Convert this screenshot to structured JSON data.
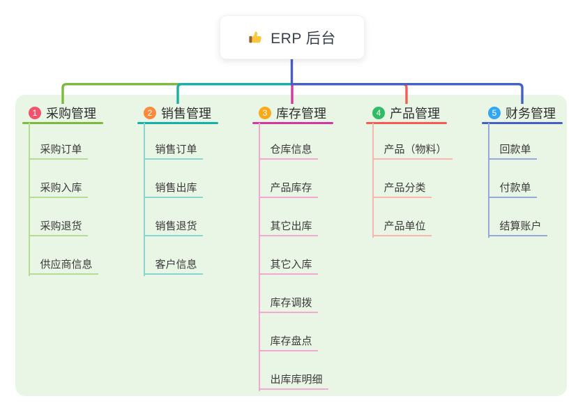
{
  "root": {
    "title": "ERP 后台",
    "icon": "thumbs-up"
  },
  "theme": {
    "canvas_bg": "#FFFFFF",
    "panel_bg": "#E9F6E5",
    "trunk_color": "#4A5BC8",
    "root_text_color": "#3A4050",
    "branch_text_color": "#2E2E2E",
    "child_text_color": "#3A3A3A",
    "thumb_hand_color": "#F8C73C",
    "thumb_sleeve_color": "#9B5F27"
  },
  "branches": [
    {
      "num": "1",
      "label": "采购管理",
      "badge_color": "#F4516C",
      "edge_color": "#7CB93E",
      "child_edge_color": "#B5DC92",
      "children": [
        "采购订单",
        "采购入库",
        "采购退货",
        "供应商信息"
      ]
    },
    {
      "num": "2",
      "label": "销售管理",
      "badge_color": "#FB8A3C",
      "edge_color": "#12B2A9",
      "child_edge_color": "#85D7CF",
      "children": [
        "销售订单",
        "销售出库",
        "销售退货",
        "客户信息"
      ]
    },
    {
      "num": "3",
      "label": "库存管理",
      "badge_color": "#FBA919",
      "edge_color": "#D6379E",
      "child_edge_color": "#F2A8D2",
      "children": [
        "仓库信息",
        "产品库存",
        "其它出库",
        "其它入库",
        "库存调拨",
        "库存盘点",
        "出库库明细"
      ]
    },
    {
      "num": "4",
      "label": "产品管理",
      "badge_color": "#2EBD62",
      "edge_color": "#F75B51",
      "child_edge_color": "#FBB3AA",
      "children": [
        "产品（物料）",
        "产品分类",
        "产品单位"
      ]
    },
    {
      "num": "5",
      "label": "财务管理",
      "badge_color": "#33A7F2",
      "edge_color": "#4160C8",
      "child_edge_color": "#96A7DC",
      "children": [
        "回款单",
        "付款单",
        "结算账户"
      ]
    }
  ]
}
